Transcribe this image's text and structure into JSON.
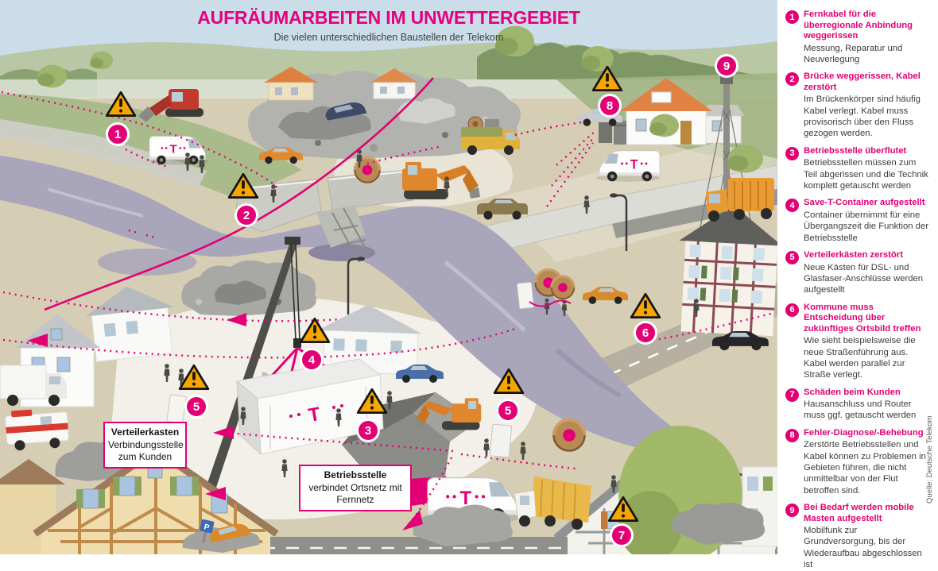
{
  "header": {
    "title": "AUFRÄUMARBEITEN IM UNWETTERGEBIET",
    "subtitle": "Die vielen unterschiedlichen Baustellen der Telekom"
  },
  "source": "Quelle: Deutsche Telekom",
  "colors": {
    "accent": "#E20074",
    "warning": "#F7A600",
    "sky": "#CBDDE9",
    "river": "#A9A5BA"
  },
  "scene": {
    "brand_t": "T",
    "p_sign": "P",
    "labels": {
      "verteilerkasten": {
        "bold": "Verteilerkasten",
        "rest": "Verbindungsstelle zum Kunden"
      },
      "betriebsstelle": {
        "bold": "Betriebsstelle",
        "rest": " verbindet Ortsnetz mit Fernnetz"
      }
    },
    "markers": [
      {
        "num": "1"
      },
      {
        "num": "2"
      },
      {
        "num": "3"
      },
      {
        "num": "4"
      },
      {
        "num": "5"
      },
      {
        "num": "5"
      },
      {
        "num": "6"
      },
      {
        "num": "7"
      },
      {
        "num": "8"
      },
      {
        "num": "9"
      }
    ]
  },
  "legend": {
    "items": [
      {
        "num": "1",
        "title": "Fernkabel für die überregionale Anbindung weggerissen",
        "body": "Messung, Reparatur und Neuverlegung"
      },
      {
        "num": "2",
        "title": "Brücke weggerissen, Kabel zerstört",
        "body": "Im Brückenkörper sind häufig Kabel verlegt. Kabel muss provisorisch über den Fluss gezogen werden."
      },
      {
        "num": "3",
        "title": "Betriebsstelle überflutet",
        "body": "Betriebsstellen müssen zum Teil abgerissen und die Technik komplett getauscht werden"
      },
      {
        "num": "4",
        "title": "Save-T-Container aufgestellt",
        "body": "Container übernimmt für eine Übergangszeit die Funktion der Betriebsstelle"
      },
      {
        "num": "5",
        "title": "Verteilerkästen zerstört",
        "body": "Neue Kästen für DSL- und Glasfaser-Anschlüsse werden aufgestellt"
      },
      {
        "num": "6",
        "title": "Kommune muss Entscheidung über zukünftiges Ortsbild treffen",
        "body": "Wie sieht beispielsweise die neue Straßenführung aus. Kabel werden parallel zur Straße verlegt."
      },
      {
        "num": "7",
        "title": "Schäden beim Kunden",
        "body": "Hausanschluss und Router muss ggf. getauscht werden"
      },
      {
        "num": "8",
        "title": "Fehler-Diagnose/-Behebung",
        "body": "Zerstörte Betriebsstellen und Kabel können zu Problemen in Gebieten führen, die nicht unmittelbar von der Flut betroffen sind."
      },
      {
        "num": "9",
        "title": "Bei Bedarf werden mobile Masten aufgestellt",
        "body": "Mobilfunk zur Grundversorgung, bis der Wiederaufbau abgeschlossen ist"
      }
    ]
  }
}
